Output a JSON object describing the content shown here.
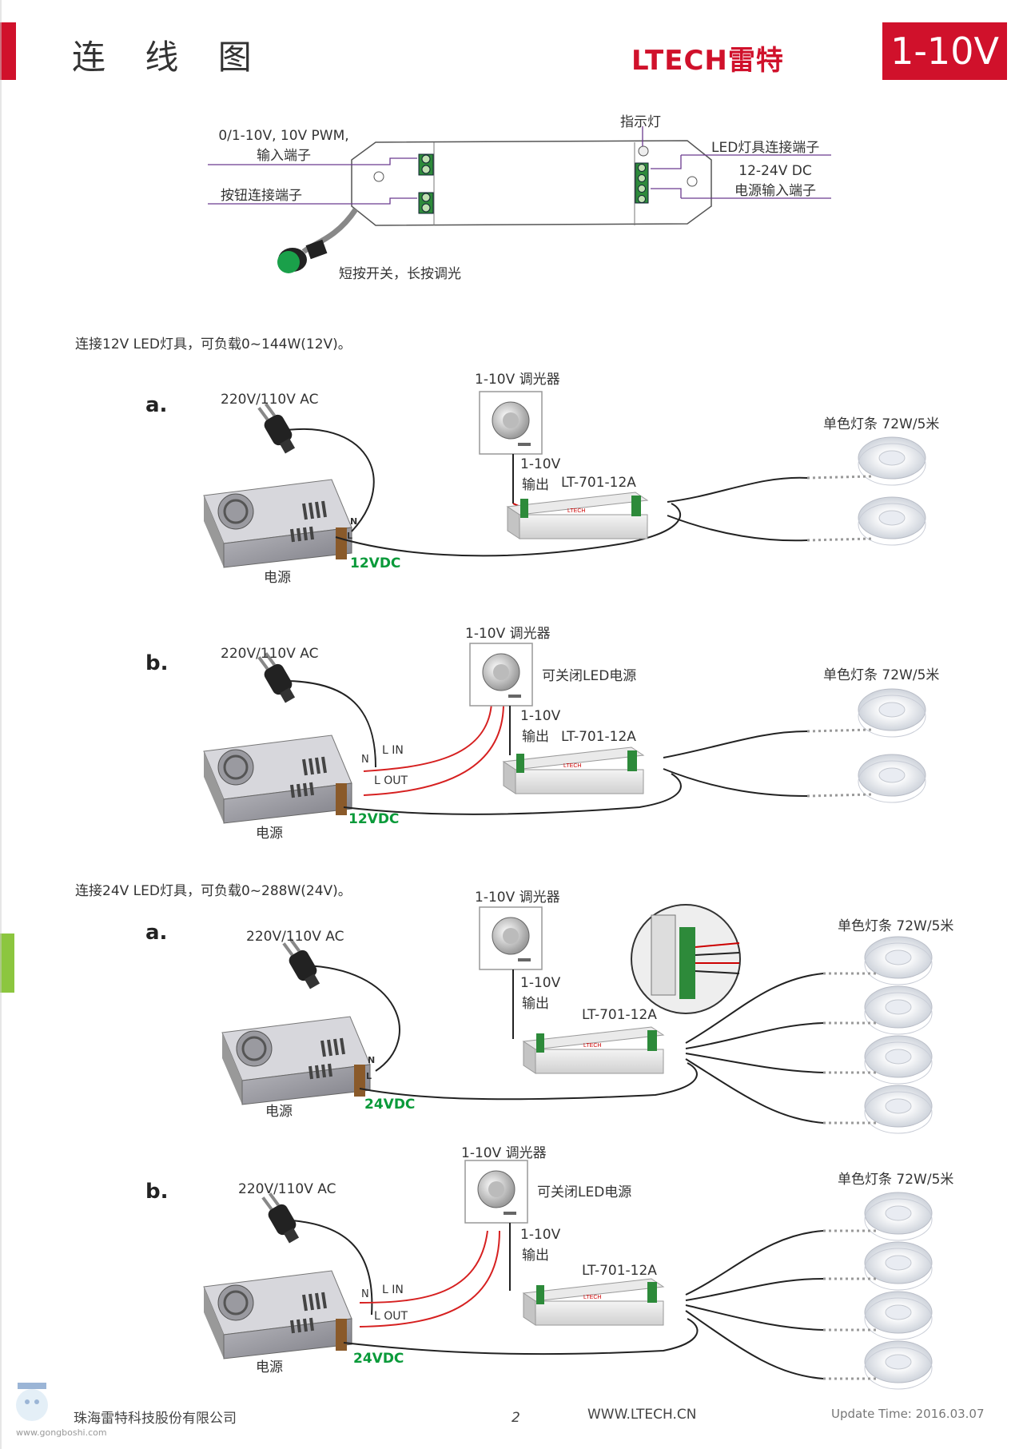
{
  "header": {
    "title": "连 线 图",
    "logo_text": "LTECH雷特",
    "badge": "1-10V",
    "accent": "#d0112b",
    "side_accent_green": "#8cc63f"
  },
  "top_diagram": {
    "input_label_1": "0/1-10V, 10V PWM,",
    "input_label_2": "输入端子",
    "button_label": "按钮连接端子",
    "indicator_label": "指示灯",
    "led_terminal_label": "LED灯具连接端子",
    "power_label_1": "12-24V DC",
    "power_label_2": "电源输入端子",
    "switch_label": "短按开关，长按调光"
  },
  "section_12v": {
    "text": "连接12V LED灯具，可负载0~144W(12V)。",
    "a": {
      "letter": "a.",
      "ac": "220V/110V AC",
      "dimmer": "1-10V 调光器",
      "out_1": "1-10V",
      "out_2": "输出",
      "model": "LT-701-12A",
      "strip": "单色灯条   72W/5米",
      "n": "N",
      "l": "L",
      "vdc": "12VDC",
      "psu": "电源"
    },
    "b": {
      "letter": "b.",
      "ac": "220V/110V AC",
      "dimmer": "1-10V 调光器",
      "switchable": "可关闭LED电源",
      "out_1": "1-10V",
      "out_2": "输出",
      "model": "LT-701-12A",
      "strip": "单色灯条   72W/5米",
      "n": "N",
      "l_in": "L  IN",
      "l_out": "L OUT",
      "vdc": "12VDC",
      "psu": "电源"
    }
  },
  "section_24v": {
    "text": "连接24V LED灯具，可负载0~288W(24V)。",
    "a": {
      "letter": "a.",
      "ac": "220V/110V AC",
      "dimmer": "1-10V 调光器",
      "out_1": "1-10V",
      "out_2": "输出",
      "model": "LT-701-12A",
      "strip": "单色灯条   72W/5米",
      "n": "N",
      "l": "L",
      "vdc": "24VDC",
      "psu": "电源"
    },
    "b": {
      "letter": "b.",
      "ac": "220V/110V AC",
      "dimmer": "1-10V 调光器",
      "switchable": "可关闭LED电源",
      "out_1": "1-10V",
      "out_2": "输出",
      "model": "LT-701-12A",
      "strip": "单色灯条   72W/5米",
      "n": "N",
      "l_in": "L  IN",
      "l_out": "L OUT",
      "vdc": "24VDC",
      "psu": "电源"
    }
  },
  "footer": {
    "company": "珠海雷特科技股份有限公司",
    "page": "2",
    "website": "WWW.LTECH.CN",
    "update": "Update Time: 2016.03.07",
    "watermark_url": "www.gongboshi.com"
  }
}
